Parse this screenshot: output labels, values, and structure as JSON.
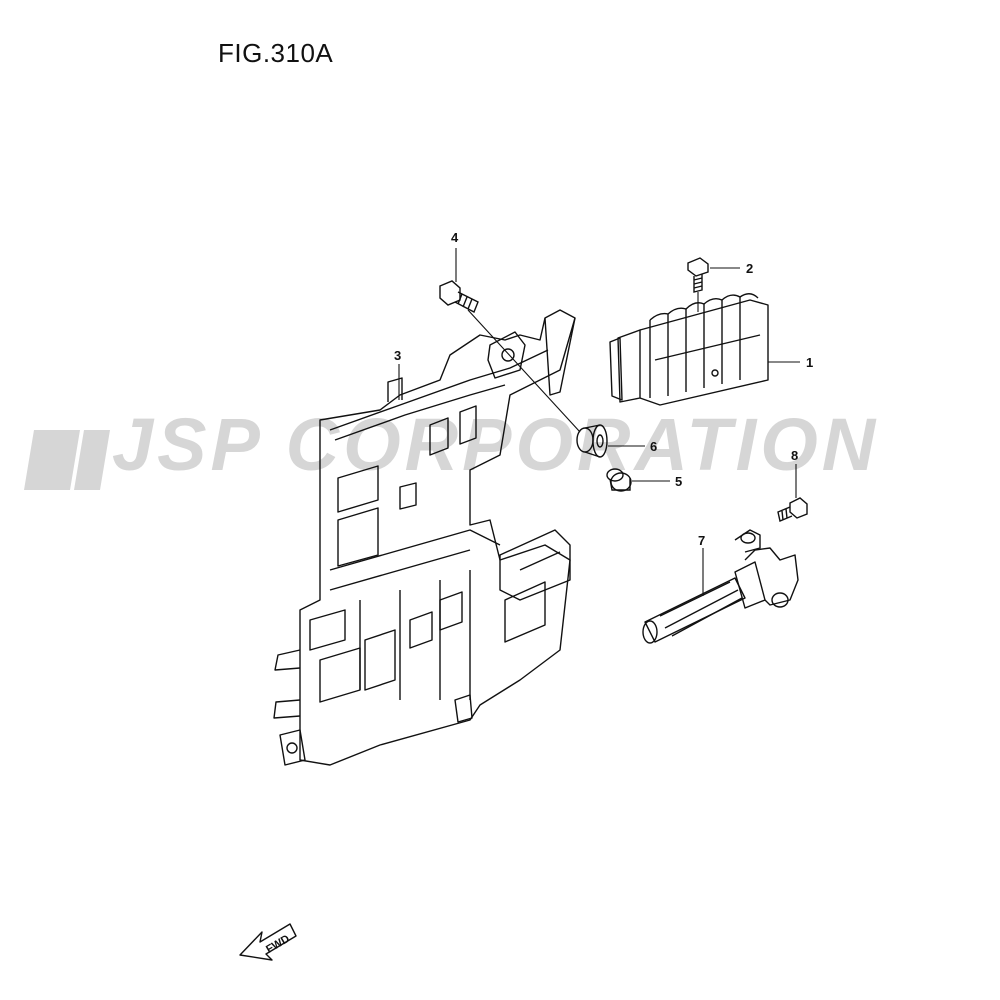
{
  "figure": {
    "title": "FIG.310A"
  },
  "watermark": {
    "text": "JSP CORPORATION",
    "color": "#d6d6d6"
  },
  "callouts": [
    {
      "id": "c1",
      "number": "1",
      "part": "rectifier-regulator"
    },
    {
      "id": "c2",
      "number": "2",
      "part": "bolt"
    },
    {
      "id": "c3",
      "number": "3",
      "part": "electrical-bracket"
    },
    {
      "id": "c4",
      "number": "4",
      "part": "bolt"
    },
    {
      "id": "c5",
      "number": "5",
      "part": "collar"
    },
    {
      "id": "c6",
      "number": "6",
      "part": "grommet"
    },
    {
      "id": "c7",
      "number": "7",
      "part": "ignition-coil"
    },
    {
      "id": "c8",
      "number": "8",
      "part": "bolt"
    }
  ],
  "direction_indicator": {
    "label": "FWD",
    "icon": "arrow-left-down-icon"
  },
  "colors": {
    "line": "#111111",
    "background": "#ffffff"
  }
}
